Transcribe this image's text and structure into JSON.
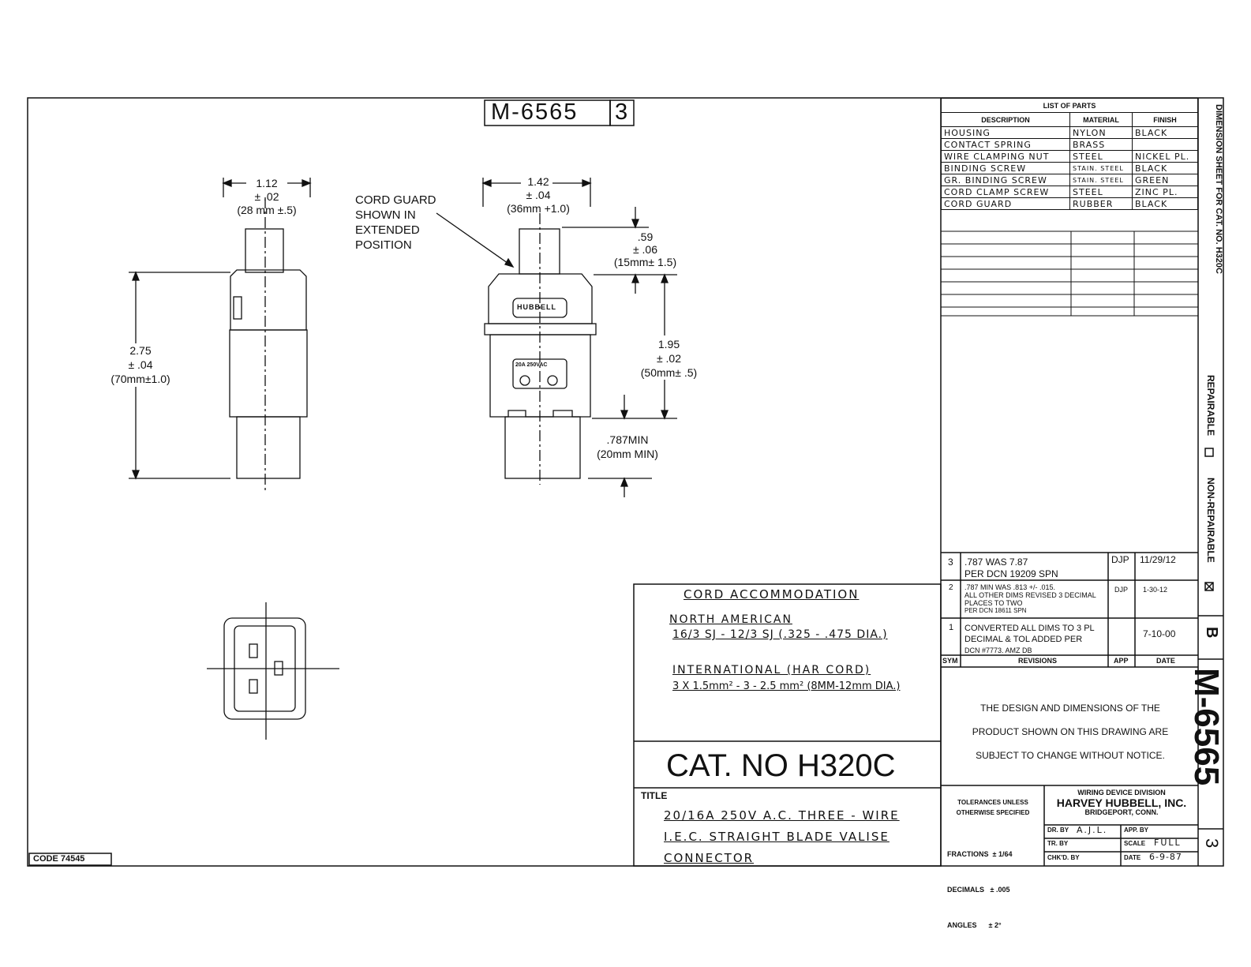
{
  "drawing_number": "M-6565",
  "sheet_number": "3",
  "code": "CODE 74545",
  "side_view_dims": {
    "width_in": "1.12",
    "width_tol": "± .02",
    "width_mm": "(28 mm ±.5)",
    "height_in": "2.75",
    "height_tol": "± .04",
    "height_mm": "(70mm±1.0)"
  },
  "front_view_dims": {
    "width_in": "1.42",
    "width_tol": "± .04",
    "width_mm": "(36mm +1.0)",
    "guard_in": ".59",
    "guard_tol": "± .06",
    "guard_mm": "(15mm± 1.5)",
    "body_in": "1.95",
    "body_tol": "± .02",
    "body_mm": "(50mm± .5)",
    "blade_in": ".787MIN",
    "blade_mm": "(20mm MIN)"
  },
  "cord_guard_note": [
    "CORD GUARD",
    "SHOWN IN",
    "EXTENDED",
    "POSITION"
  ],
  "brand_logo": "HUBBELL",
  "rating_label": "20A 250VAC",
  "parts_list": {
    "title": "LIST OF PARTS",
    "headers": [
      "DESCRIPTION",
      "MATERIAL",
      "FINISH"
    ],
    "rows": [
      [
        "HOUSING",
        "NYLON",
        "BLACK"
      ],
      [
        "CONTACT SPRING",
        "BRASS",
        ""
      ],
      [
        "WIRE CLAMPING NUT",
        "STEEL",
        "NICKEL PL."
      ],
      [
        "BINDING SCREW",
        "STAIN. STEEL",
        "BLACK"
      ],
      [
        "GR. BINDING SCREW",
        "STAIN. STEEL",
        "GREEN"
      ],
      [
        "CORD CLAMP SCREW",
        "STEEL",
        "ZINC PL."
      ],
      [
        "CORD GUARD",
        "RUBBER",
        "BLACK"
      ]
    ]
  },
  "side_title": {
    "dimension_sheet": "DIMENSION SHEET FOR CAT. NO. H320C",
    "repairable": "REPAIRABLE",
    "non_repairable": "NON-REPAIRABLE",
    "revision": "B",
    "sheet_no": "3",
    "big_number": "M-6565"
  },
  "revisions": {
    "headers": [
      "SYM",
      "REVISIONS",
      "APP",
      "DATE"
    ],
    "rows": [
      {
        "sym": "3",
        "lines": [
          ".787 WAS 7.87",
          "PER DCN 19209 SPN"
        ],
        "app": "DJP",
        "date": "11/29/12"
      },
      {
        "sym": "2",
        "lines": [
          ".787 MIN WAS .813 +/- .015.",
          "ALL OTHER DIMS REVISED 3 DECIMAL",
          "PLACES TO TWO",
          "PER DCN 18611 SPN"
        ],
        "app": "DJP",
        "date": "1-30-12"
      },
      {
        "sym": "1",
        "lines": [
          "CONVERTED ALL DIMS TO 3 PL",
          "DECIMAL & TOL ADDED PER",
          "DCN #7773.    AMZ     DB"
        ],
        "app": "",
        "date": "7-10-00"
      }
    ]
  },
  "cord_accommodation": {
    "title": "CORD ACCOMMODATION",
    "na_label": "NORTH AMERICAN",
    "na_value": "16/3 SJ - 12/3 SJ (.325 - .475 DIA.)",
    "intl_label": "INTERNATIONAL (HAR CORD)",
    "intl_value": "3 X 1.5mm² - 3 - 2.5 mm² (8MM-12mm DIA.)"
  },
  "cat_no": "CAT. NO H320C",
  "title_block": {
    "label": "TITLE",
    "lines": [
      "20/16A 250V A.C. THREE - WIRE",
      "I.E.C. STRAIGHT BLADE VALISE",
      "CONNECTOR"
    ]
  },
  "notice": [
    "THE DESIGN AND DIMENSIONS OF THE",
    "PRODUCT SHOWN ON THIS DRAWING ARE",
    "SUBJECT TO CHANGE WITHOUT NOTICE."
  ],
  "tolerances": {
    "header1": "TOLERANCES UNLESS",
    "header2": "OTHERWISE SPECIFIED",
    "fractions": "FRACTIONS  ± 1/64",
    "decimals": "DECIMALS   ± .005",
    "angles": "ANGLES      ± 2°"
  },
  "company": {
    "division": "WIRING DEVICE DIVISION",
    "name": "HARVEY HUBBELL, INC.",
    "city": "BRIDGEPORT, CONN."
  },
  "signoff": {
    "dr_by": "DR. BY",
    "dr_by_val": "A.J.L.",
    "app_by": "APP. BY",
    "tr_by": "TR. BY",
    "scale": "SCALE",
    "scale_val": "FULL",
    "chkd_by": "CHK'D. BY",
    "date": "DATE",
    "date_val": "6-9-87"
  }
}
